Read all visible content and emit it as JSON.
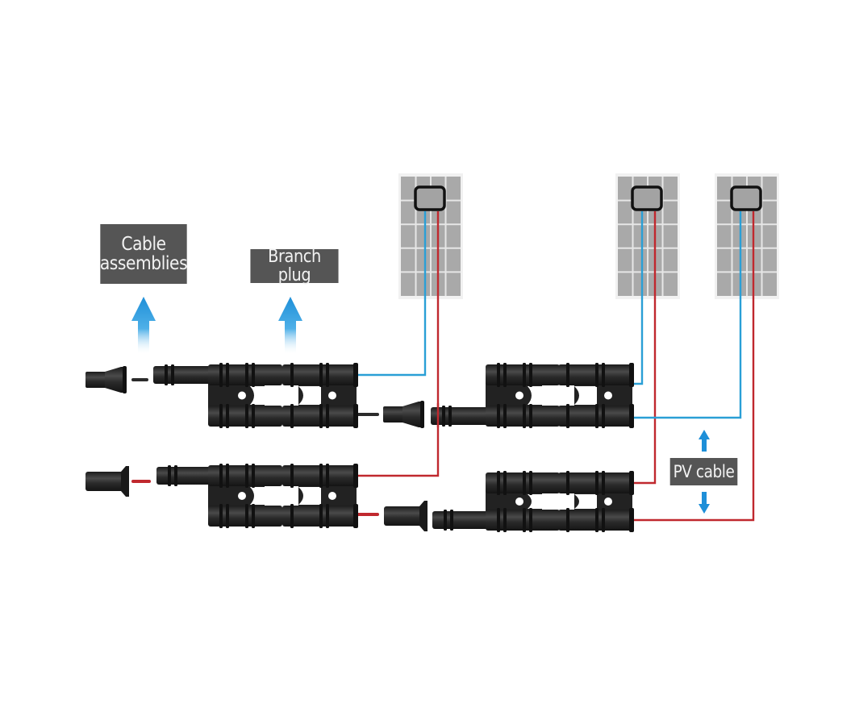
{
  "labels": {
    "cable_assemblies": "Cable\nassemblies",
    "cable_assemblies_line1": "Cable",
    "cable_assemblies_line2": "assemblies",
    "branch_plug": "Branch plug",
    "pv_cable": "PV cable"
  },
  "colors": {
    "label_bg": "#555555",
    "label_text": "#f2f2f2",
    "positive_wire": "#c0282e",
    "negative_wire": "#2a9fd6",
    "arrow": "#1e8fd8",
    "panel": "#a9a9a9",
    "panel_grid": "#e6e6e6",
    "connector": "#2b2b2b"
  },
  "panels": [
    {
      "id": "panel-1"
    },
    {
      "id": "panel-2"
    },
    {
      "id": "panel-3"
    }
  ]
}
